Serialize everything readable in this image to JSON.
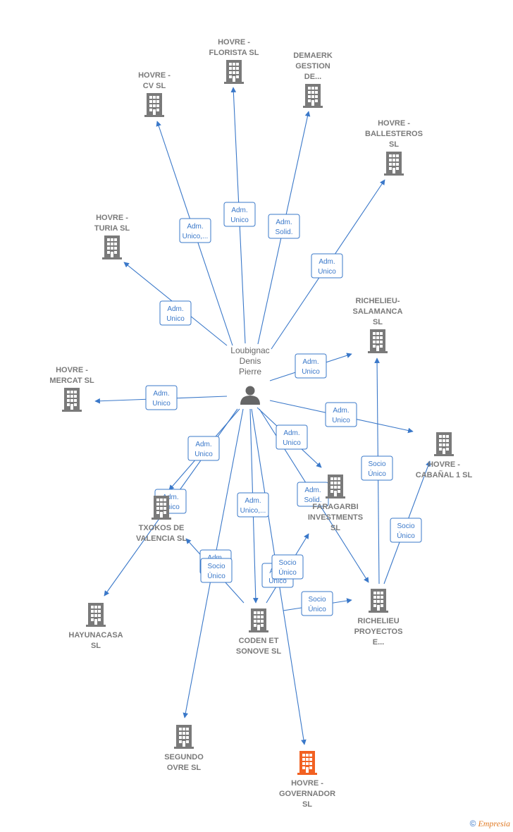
{
  "colors": {
    "edge": "#3a78c9",
    "building": "#7a7a7a",
    "highlight": "#f26122",
    "person": "#666666"
  },
  "person": {
    "id": "P",
    "lines": [
      "Loubignac",
      "Denis",
      "Pierre"
    ],
    "icon": "person-icon"
  },
  "nodes": [
    {
      "id": "florista",
      "lines": [
        "HOVRE -",
        "FLORISTA  SL"
      ],
      "icon": "building-icon"
    },
    {
      "id": "cv",
      "lines": [
        "HOVRE -",
        "CV  SL"
      ],
      "icon": "building-icon"
    },
    {
      "id": "demaerk",
      "lines": [
        "DEMAERK",
        "GESTION",
        "DE..."
      ],
      "icon": "building-icon"
    },
    {
      "id": "ballesteros",
      "lines": [
        "HOVRE -",
        "BALLESTEROS",
        "SL"
      ],
      "icon": "building-icon"
    },
    {
      "id": "turia",
      "lines": [
        "HOVRE -",
        "TURIA  SL"
      ],
      "icon": "building-icon"
    },
    {
      "id": "salamanca",
      "lines": [
        "RICHELIEU-",
        "SALAMANCA",
        "SL"
      ],
      "icon": "building-icon"
    },
    {
      "id": "mercat",
      "lines": [
        "HOVRE -",
        "MERCAT  SL"
      ],
      "icon": "building-icon"
    },
    {
      "id": "cabanal",
      "lines": [
        "HOVRE -",
        "CABAÑAL 1  SL"
      ],
      "icon": "building-icon"
    },
    {
      "id": "txokos",
      "lines": [
        "TXOKOS DE",
        "VALENCIA  SL"
      ],
      "icon": "building-icon"
    },
    {
      "id": "faragarbi",
      "lines": [
        "FARAGARBI",
        "INVESTMENTS",
        "SL"
      ],
      "icon": "building-icon"
    },
    {
      "id": "hayunacasa",
      "lines": [
        "HAYUNACASA",
        "SL"
      ],
      "icon": "building-icon"
    },
    {
      "id": "coden",
      "lines": [
        "CODEN ET",
        "SONOVE  SL"
      ],
      "icon": "building-icon"
    },
    {
      "id": "proyectos",
      "lines": [
        "RICHELIEU",
        "PROYECTOS",
        "E..."
      ],
      "icon": "building-icon"
    },
    {
      "id": "segundo",
      "lines": [
        "SEGUNDO",
        "OVRE  SL"
      ],
      "icon": "building-icon"
    },
    {
      "id": "governador",
      "lines": [
        "HOVRE -",
        "GOVERNADOR",
        "SL"
      ],
      "icon": "building-icon",
      "highlight": true
    }
  ],
  "edges": [
    {
      "from": "P",
      "to": "cv",
      "label": [
        "Adm.",
        "Unico,..."
      ]
    },
    {
      "from": "P",
      "to": "florista",
      "label": [
        "Adm.",
        "Unico"
      ]
    },
    {
      "from": "P",
      "to": "demaerk",
      "label": [
        "Adm.",
        "Solid."
      ]
    },
    {
      "from": "P",
      "to": "ballesteros",
      "label": [
        "Adm.",
        "Unico"
      ]
    },
    {
      "from": "P",
      "to": "turia",
      "label": [
        "Adm.",
        "Unico"
      ]
    },
    {
      "from": "P",
      "to": "salamanca",
      "label": [
        "Adm.",
        "Unico"
      ]
    },
    {
      "from": "P",
      "to": "mercat",
      "label": [
        "Adm.",
        "Unico"
      ]
    },
    {
      "from": "P",
      "to": "cabanal",
      "label": [
        "Adm.",
        "Unico"
      ]
    },
    {
      "from": "P",
      "to": "txokos",
      "label": [
        "Adm.",
        "Unico"
      ]
    },
    {
      "from": "P",
      "to": "hayunacasa",
      "label": [
        "Adm.",
        "Unico"
      ]
    },
    {
      "from": "P",
      "to": "faragarbi",
      "label": [
        "Adm.",
        "Unico"
      ]
    },
    {
      "from": "P",
      "to": "proyectos",
      "label": [
        "Adm.",
        "Solid."
      ]
    },
    {
      "from": "P",
      "to": "coden",
      "label": [
        "Adm.",
        "Unico,..."
      ]
    },
    {
      "from": "P",
      "to": "segundo",
      "label": [
        "Adm.",
        "Unico"
      ]
    },
    {
      "from": "P",
      "to": "governador",
      "label": [
        "Adm.",
        "Unico"
      ]
    },
    {
      "from": "coden",
      "to": "txokos",
      "label": [
        "Socio",
        "Único"
      ]
    },
    {
      "from": "coden",
      "to": "faragarbi",
      "label": [
        "Socio",
        "Único"
      ]
    },
    {
      "from": "coden",
      "to": "proyectos",
      "label": [
        "Socio",
        "Único"
      ]
    },
    {
      "from": "proyectos",
      "to": "salamanca",
      "label": [
        "Socio",
        "Único"
      ]
    },
    {
      "from": "proyectos",
      "to": "cabanal",
      "label": [
        "Socio",
        "Único"
      ]
    }
  ],
  "footer": {
    "copyright": "©",
    "brand": "Empresia"
  }
}
